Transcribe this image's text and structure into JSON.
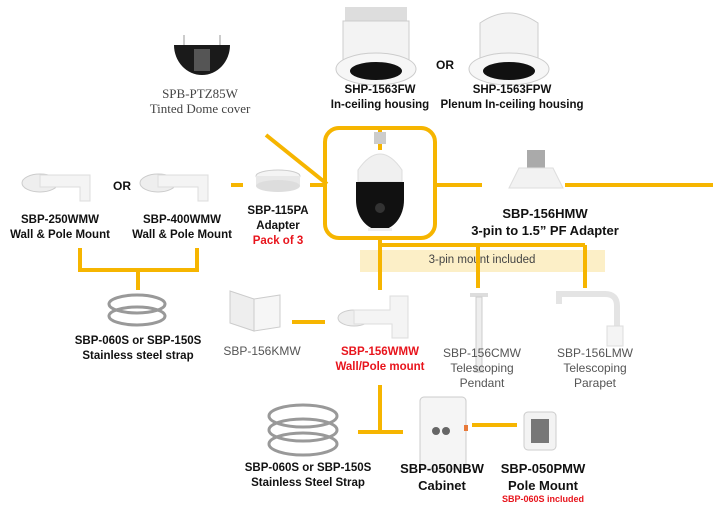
{
  "colors": {
    "connector": "#f6b500",
    "highlight": "#e8141c",
    "band": "#fcefc7"
  },
  "products": {
    "dome_cover": {
      "model": "SPB-PTZ85W",
      "desc": "Tinted Dome cover"
    },
    "in_ceiling": {
      "model": "SHP-1563FW",
      "desc": "In-ceiling housing"
    },
    "plenum": {
      "model": "SHP-1563FPW",
      "desc": "Plenum In-ceiling housing"
    },
    "wall_250": {
      "model": "SBP-250WMW",
      "desc": "Wall & Pole Mount"
    },
    "wall_400": {
      "model": "SBP-400WMW",
      "desc": "Wall & Pole Mount"
    },
    "adapter": {
      "model": "SBP-115PA",
      "desc": "Adapter",
      "note": "Pack of 3"
    },
    "pf_adapter": {
      "model": "SBP-156HMW",
      "desc": "3-pin to 1.5” PF Adapter"
    },
    "strap_top": {
      "model": "SBP-060S or SBP-150S",
      "desc": "Stainless steel strap"
    },
    "corner": {
      "model": "SBP-156KMW"
    },
    "wall_156": {
      "model": "SBP-156WMW",
      "desc": "Wall/Pole mount"
    },
    "pendant": {
      "model": "SBP-156CMW",
      "desc1": "Telescoping",
      "desc2": "Pendant"
    },
    "parapet": {
      "model": "SBP-156LMW",
      "desc1": "Telescoping",
      "desc2": "Parapet"
    },
    "strap_bottom": {
      "model": "SBP-060S or SBP-150S",
      "desc": "Stainless Steel Strap"
    },
    "cabinet": {
      "model": "SBP-050NBW",
      "desc": "Cabinet"
    },
    "pole_mount": {
      "model": "SBP-050PMW",
      "desc": "Pole Mount",
      "note": "SBP-060S included"
    }
  },
  "or_labels": [
    "OR",
    "OR"
  ],
  "band_text": "3-pin mount included"
}
